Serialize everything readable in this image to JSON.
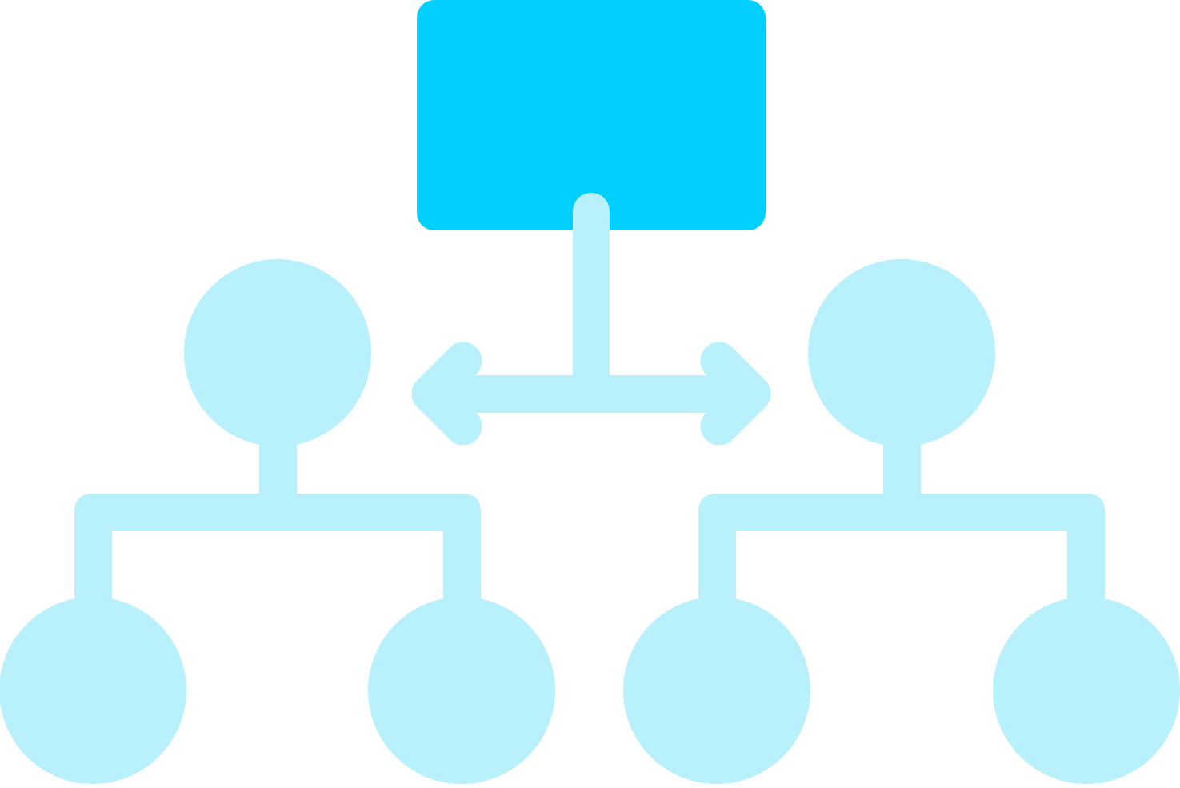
{
  "icon": {
    "name": "hierarchy-structure-icon",
    "colors": {
      "primary": "#00CFFF",
      "secondary": "#B8F0FC",
      "background": "#FFFFFF"
    },
    "parts": {
      "top_node": "rectangle",
      "connector": "bidirectional-arrow",
      "branches": [
        "left-tree",
        "right-tree"
      ],
      "nodes_per_branch": 3
    }
  }
}
